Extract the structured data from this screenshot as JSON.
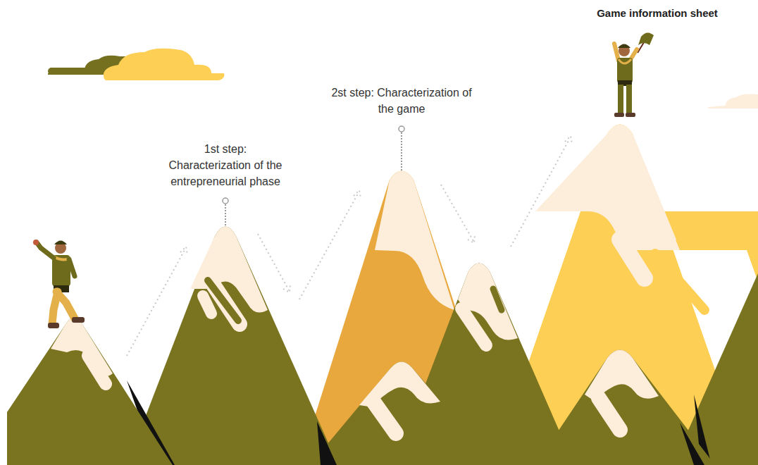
{
  "diagram": {
    "labels": [
      "1st step: Characterization of the entrepreneurial phase",
      "2st step: Characterization of the game",
      "Game information sheet"
    ]
  }
}
